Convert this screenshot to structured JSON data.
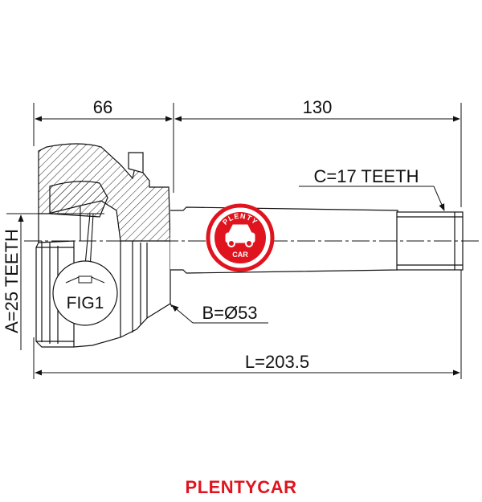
{
  "dimensions": {
    "joint_length": "66",
    "shaft_length": "130",
    "total_length": "L=203.5",
    "outer_teeth": "A=25 TEETH",
    "shaft_teeth": "C=17 TEETH",
    "seal_diameter": "B=Ø53"
  },
  "detail_label": "FIG1",
  "logo": {
    "top_text": "PLENTY",
    "bottom_text": "CAR",
    "color": "#e0141e"
  },
  "brand": {
    "name": "PLENTYCAR",
    "color": "#e0141e"
  },
  "colors": {
    "line": "#111111",
    "hatch": "#222222"
  }
}
